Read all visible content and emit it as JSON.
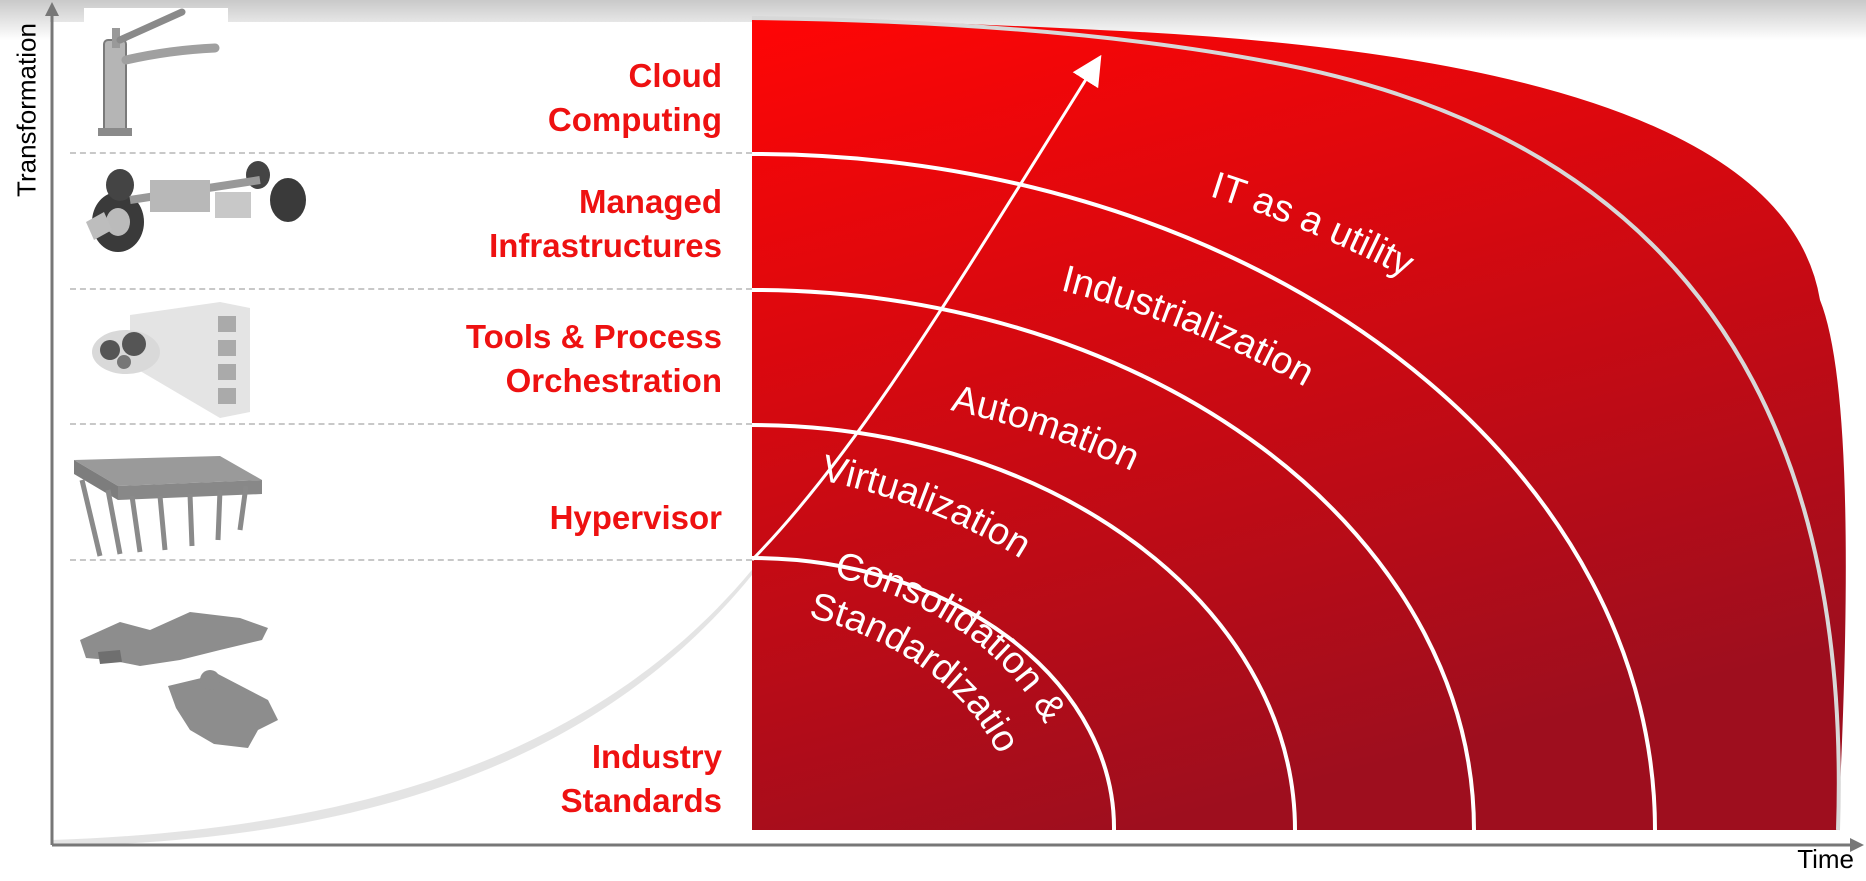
{
  "axes": {
    "y_label": "Transformation",
    "x_label": "Time"
  },
  "layers": [
    {
      "label": "Cloud\nComputing",
      "icon": "faucet-icon"
    },
    {
      "label": "Managed\nInfrastructures",
      "icon": "car-chassis-icon"
    },
    {
      "label": "Tools & Process\nOrchestration",
      "icon": "gears-process-icon"
    },
    {
      "label": "Hypervisor",
      "icon": "cube-grid-icon"
    },
    {
      "label": "Industry\nStandards",
      "icon": "puzzle-pieces-icon"
    }
  ],
  "stages": [
    {
      "line1": "Consolidation &",
      "line2": "Standardizatio"
    },
    {
      "line1": "Virtualization"
    },
    {
      "line1": "Automation"
    },
    {
      "line1": "Industrialization"
    },
    {
      "line1": "IT as a utility"
    }
  ],
  "colors": {
    "red_top": "#ff0505",
    "red_bottom": "#9e0e1e",
    "label_red": "#ee1111",
    "arc_line": "#ffffff"
  }
}
